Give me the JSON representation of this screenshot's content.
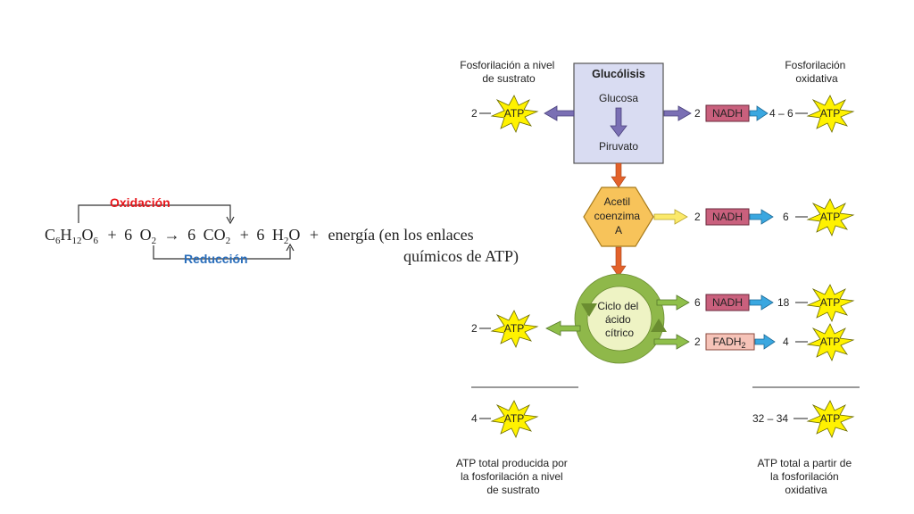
{
  "equation": {
    "oxidation_label": "Oxidación",
    "reduction_label": "Reducción",
    "glucose": {
      "c": "C",
      "c_sub": "6",
      "h": "H",
      "h_sub": "12",
      "o": "O",
      "o_sub": "6"
    },
    "plus1": "+",
    "o2_coef": "6",
    "o2": {
      "sym": "O",
      "sub": "2"
    },
    "arrow": "→",
    "co2_coef": "6",
    "co2": {
      "sym": "CO",
      "sub": "2"
    },
    "plus2": "+",
    "h2o_coef": "6",
    "h2o": {
      "h": "H",
      "sub": "2",
      "o": "O"
    },
    "plus3": "+",
    "energy_line1": "energía (en los enlaces",
    "energy_line2": "químicos de ATP)"
  },
  "colors": {
    "oxidation": "#e8161b",
    "reduction": "#2a6ebb",
    "atp_star": "#fff200",
    "glycolysis_box": "#d9dcf2",
    "acetyl_hex": "#f7c35a",
    "krebs_ring": "#8fb84a",
    "krebs_inner": "#eef3c4",
    "nadh_box": "#c9607d",
    "fadh_box": "#f6c3b8",
    "purple_arrow": "#7a6fb4",
    "blue_arrow": "#3aa7e0",
    "yellow_arrow": "#fbe96a",
    "green_arrow": "#8fbf4a",
    "orange_arrow": "#e3622b"
  },
  "headers": {
    "substrate_level": "Fosforilación a nivel de sustrato",
    "oxidative": "Fosforilación oxidativa"
  },
  "glycolysis": {
    "title": "Glucólisis",
    "glucose": "Glucosa",
    "pyruvate": "Piruvato",
    "atp_count": "2",
    "nadh_count": "2",
    "nadh_label": "NADH",
    "oxidative_yield": "4 – 6"
  },
  "acetyl_coa": {
    "line1": "Acetil",
    "line2": "coenzima",
    "line3": "A",
    "nadh_count": "2",
    "nadh_label": "NADH",
    "oxidative_yield": "6"
  },
  "krebs": {
    "line1": "Ciclo del",
    "line2": "ácido",
    "line3": "cítrico",
    "atp_count": "2",
    "nadh_count": "6",
    "nadh_label": "NADH",
    "nadh_yield": "18",
    "fadh_count": "2",
    "fadh_label": "FADH",
    "fadh_sub": "2",
    "fadh_yield": "4"
  },
  "totals": {
    "substrate_total": "4",
    "oxidative_total": "32 – 34",
    "substrate_caption": "ATP total producida por la fosforilación a nivel de sustrato",
    "oxidative_caption": "ATP total a partir de la fosforilación oxidativa"
  },
  "atp_label": "ATP"
}
